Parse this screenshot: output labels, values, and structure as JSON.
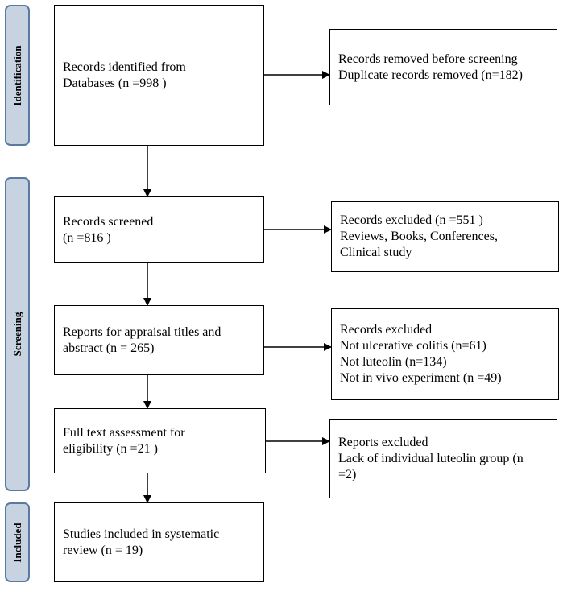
{
  "phases": {
    "identification": "Identification",
    "screening": "Screening",
    "included": "Included"
  },
  "boxes": {
    "identified": [
      "Records identified from",
      "Databases (n =998 )"
    ],
    "removed": [
      "Records removed before screening",
      "Duplicate records removed (n=182)"
    ],
    "screened": [
      "Records screened",
      "(n =816 )"
    ],
    "excluded1": [
      "Records excluded (n =551 )",
      "Reviews, Books, Conferences,",
      "Clinical study"
    ],
    "appraisal": [
      "Reports for appraisal titles and",
      "abstract (n = 265)"
    ],
    "excluded2": [
      "Records excluded",
      "Not ulcerative colitis (n=61)",
      "Not luteolin (n=134)",
      "Not in vivo experiment (n =49)"
    ],
    "fulltext": [
      "Full text assessment for",
      "eligibility (n =21 )"
    ],
    "excluded3": [
      "Reports excluded",
      "Lack of individual luteolin group (n",
      "=2)"
    ],
    "included": [
      "Studies included in systematic",
      "review (n = 19)"
    ]
  }
}
